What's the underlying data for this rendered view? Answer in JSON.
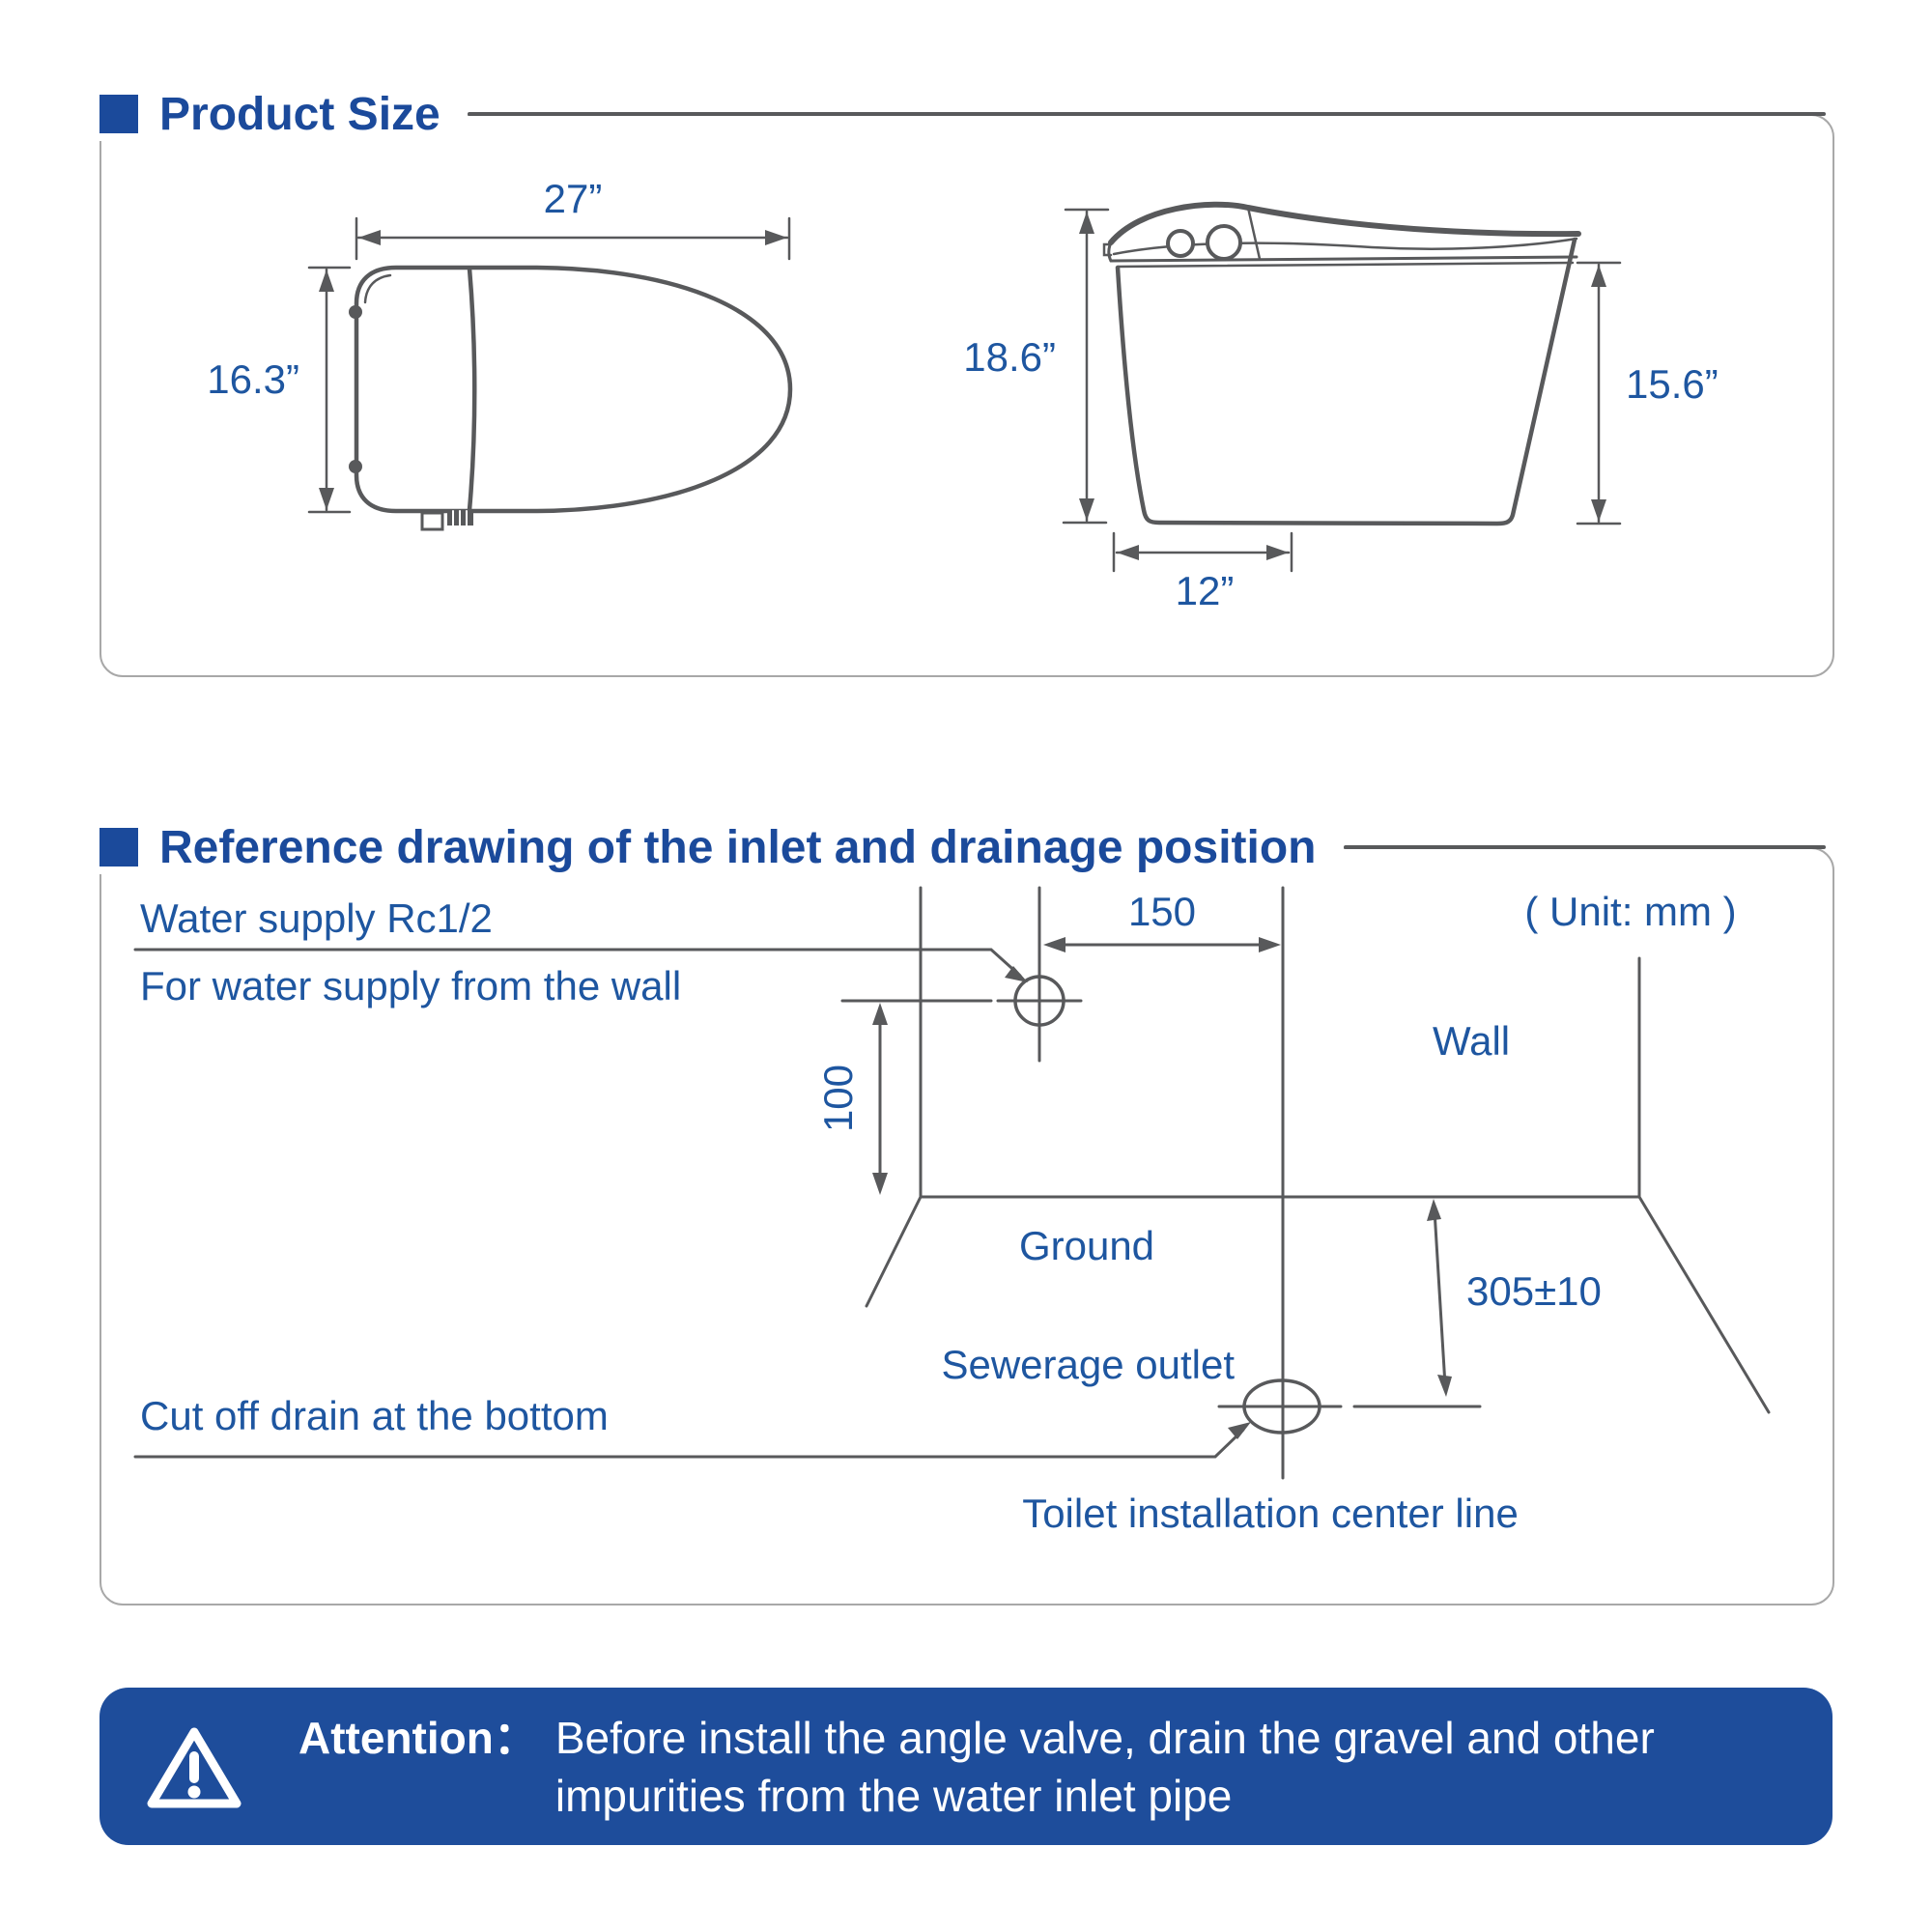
{
  "colors": {
    "title_blue": "#1b4a9b",
    "label_blue": "#1e56a0",
    "line_gray": "#58595b",
    "border_gray": "#a8a8a8",
    "banner_blue": "#1e4d9b"
  },
  "product_size": {
    "title": "Product Size",
    "dims": {
      "top_width": "27”",
      "top_depth": "16.3”",
      "side_height_total": "18.6”",
      "side_height_seat": "15.6”",
      "rough_in": "12”"
    }
  },
  "reference": {
    "title": "Reference drawing of the inlet and drainage position",
    "unit_note": "( Unit: mm )",
    "labels": {
      "water_supply_1": "Water supply Rc1/2",
      "water_supply_2": "For water supply from the wall",
      "wall": "Wall",
      "ground": "Ground",
      "sewerage_outlet": "Sewerage outlet",
      "cut_off_drain": "Cut off drain at the bottom",
      "center_line": "Toilet installation center line"
    },
    "dims": {
      "d150": "150",
      "d100": "100",
      "d305": "305±10"
    }
  },
  "attention": {
    "label": "Attention：",
    "line1": "Before install the angle valve, drain the gravel and other",
    "line2": "impurities from the water inlet pipe"
  }
}
